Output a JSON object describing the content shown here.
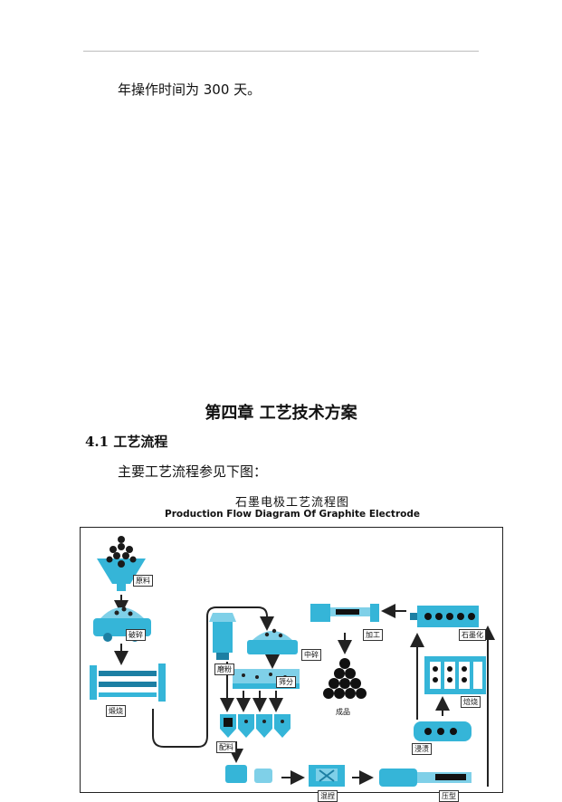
{
  "document": {
    "paragraph1": "年操作时间为 300 天。",
    "chapter_title": "第四章  工艺技术方案",
    "section_title": "4.1 工艺流程",
    "paragraph2": "主要工艺流程参见下图："
  },
  "figure": {
    "title_zh": "石墨电极工艺流程图",
    "title_en": "Production Flow Diagram Of Graphite Electrode",
    "steps": {
      "raw": "原料",
      "crush": "破碎",
      "calcine": "煅烧",
      "grind": "磨粉",
      "medium": "中碎",
      "screen": "筛分",
      "batch": "配料",
      "knead": "混捏",
      "press": "压型",
      "impregnate": "浸渍",
      "bake": "焙烧",
      "graphitize": "石墨化",
      "machine": "加工",
      "product": "成品"
    },
    "colors": {
      "equipment": "#35b5d8",
      "equipment_dark": "#1c7fa3",
      "arrow": "#222222"
    }
  }
}
